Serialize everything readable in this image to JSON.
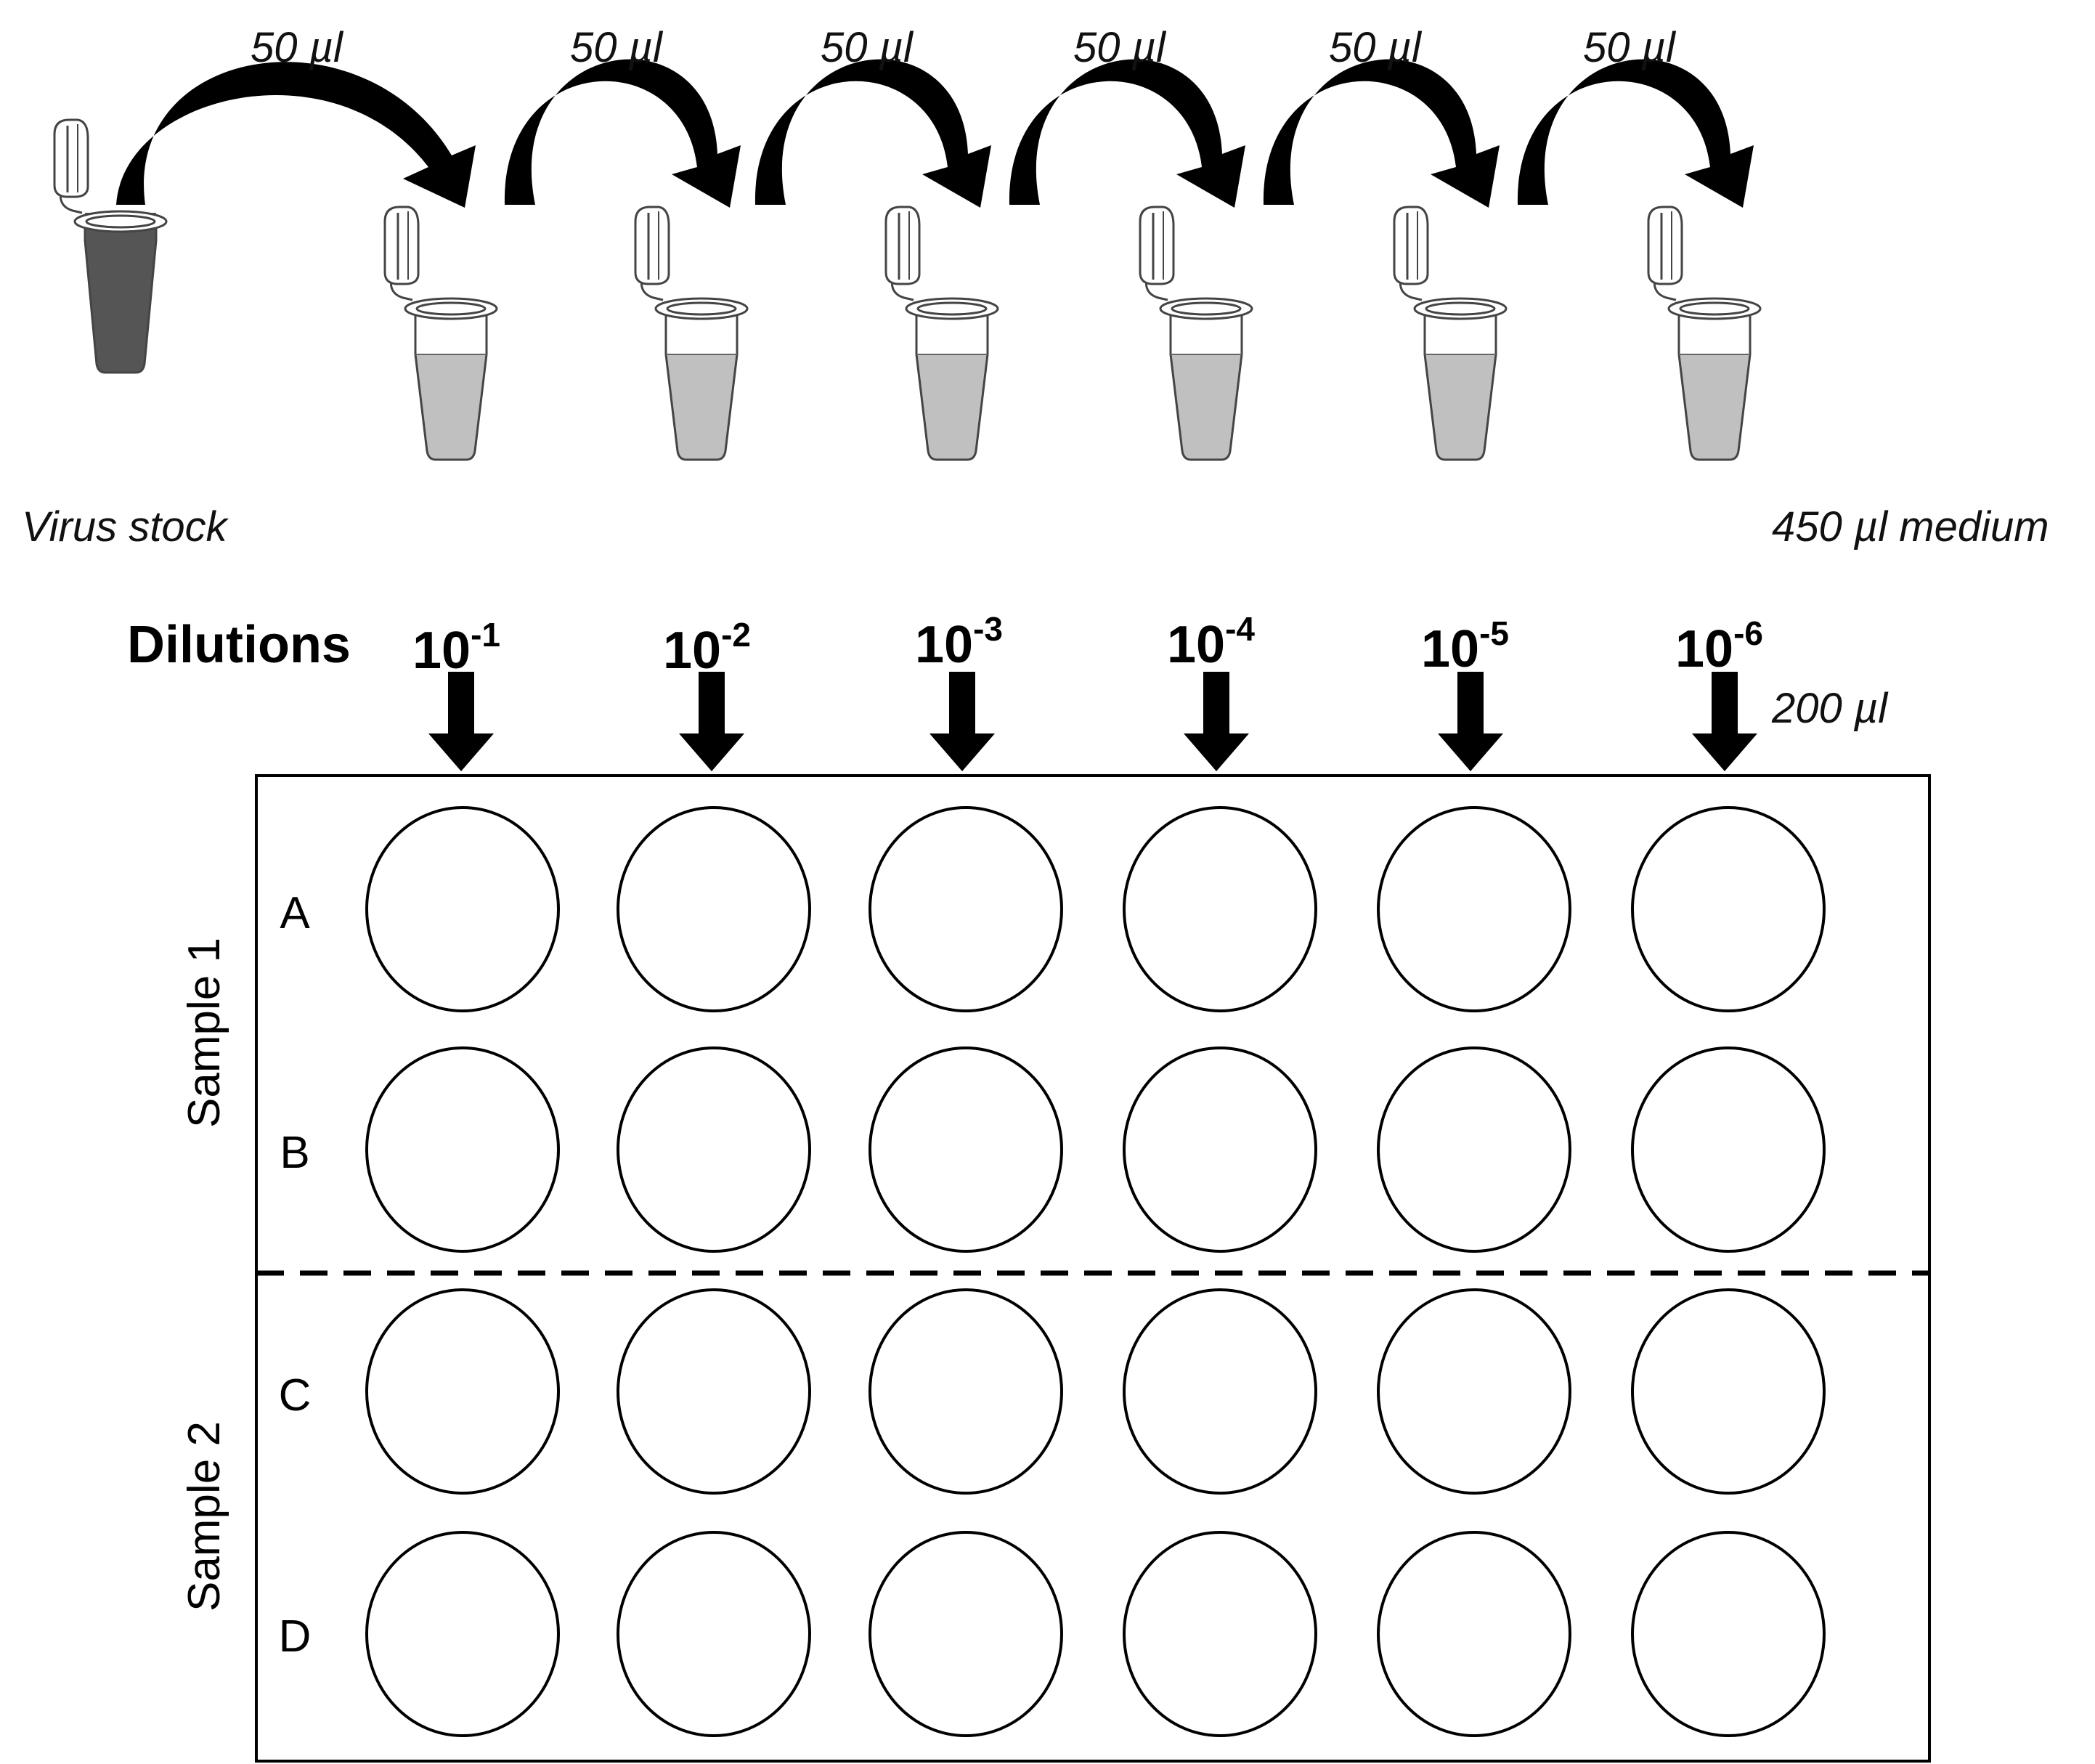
{
  "transfer": {
    "volume_label": "50 µl"
  },
  "stock": {
    "label": "Virus stock",
    "fill_color": "#555555"
  },
  "medium": {
    "label": "450 µl medium",
    "fill_color": "#c0c0c0"
  },
  "dilutions": {
    "heading": "Dilutions",
    "base": "10",
    "exponents": [
      "-1",
      "-2",
      "-3",
      "-4",
      "-5",
      "-6"
    ]
  },
  "plating": {
    "volume_label": "200 µl"
  },
  "plate": {
    "rows": [
      "A",
      "B",
      "C",
      "D"
    ],
    "samples": [
      "Sample 1",
      "Sample 2"
    ]
  },
  "colors": {
    "arrow": "#000000",
    "outline": "#000000",
    "tube_outline": "#444444"
  }
}
